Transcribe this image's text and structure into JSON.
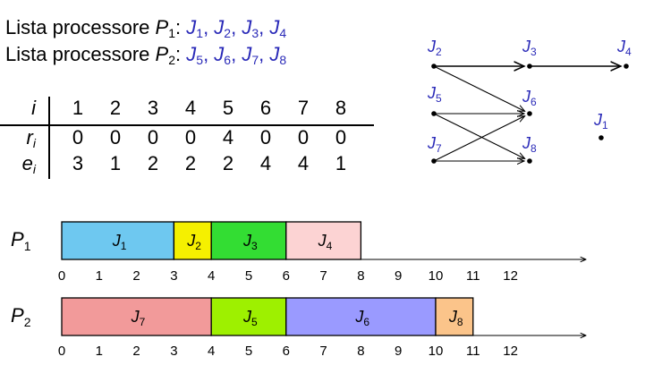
{
  "lists": [
    {
      "prefix": "Lista processore ",
      "proc": "P",
      "proc_sub": "1",
      "colon": ":",
      "jobs": [
        "J1",
        "J2",
        "J3",
        "J4"
      ]
    },
    {
      "prefix": "Lista processore ",
      "proc": "P",
      "proc_sub": "2",
      "colon": ":",
      "jobs": [
        "J5",
        "J6",
        "J7",
        "J8"
      ]
    }
  ],
  "table": {
    "header": {
      "label": "i",
      "values": [
        "1",
        "2",
        "3",
        "4",
        "5",
        "6",
        "7",
        "8"
      ]
    },
    "rows": [
      {
        "label": "r",
        "sub": "i",
        "values": [
          "0",
          "0",
          "0",
          "0",
          "4",
          "0",
          "0",
          "0"
        ]
      },
      {
        "label": "e",
        "sub": "i",
        "values": [
          "3",
          "1",
          "2",
          "2",
          "2",
          "4",
          "4",
          "1"
        ]
      }
    ]
  },
  "graph": {
    "nodes": [
      {
        "id": "J2",
        "base": "J",
        "sub": "2"
      },
      {
        "id": "J3",
        "base": "J",
        "sub": "3"
      },
      {
        "id": "J4",
        "base": "J",
        "sub": "4"
      },
      {
        "id": "J5",
        "base": "J",
        "sub": "5"
      },
      {
        "id": "J6",
        "base": "J",
        "sub": "6"
      },
      {
        "id": "J7",
        "base": "J",
        "sub": "7"
      },
      {
        "id": "J8",
        "base": "J",
        "sub": "8"
      },
      {
        "id": "J1",
        "base": "J",
        "sub": "1"
      }
    ],
    "edges": [
      [
        "J2",
        "J3"
      ],
      [
        "J3",
        "J4"
      ],
      [
        "J2",
        "J6"
      ],
      [
        "J5",
        "J6"
      ],
      [
        "J5",
        "J8"
      ],
      [
        "J7",
        "J6"
      ],
      [
        "J7",
        "J8"
      ]
    ]
  },
  "gantt": {
    "axis_ticks": [
      "0",
      "1",
      "2",
      "3",
      "4",
      "5",
      "6",
      "7",
      "8",
      "9",
      "10",
      "11",
      "12"
    ],
    "processors": [
      {
        "label": "P",
        "sub": "1",
        "tasks": [
          {
            "base": "J",
            "sub": "1",
            "start": 0,
            "end": 3,
            "color": "#6ec8f0"
          },
          {
            "base": "J",
            "sub": "2",
            "start": 3,
            "end": 4,
            "color": "#f5f000"
          },
          {
            "base": "J",
            "sub": "3",
            "start": 4,
            "end": 6,
            "color": "#33dd33"
          },
          {
            "base": "J",
            "sub": "4",
            "start": 6,
            "end": 8,
            "color": "#fcd3d3"
          }
        ]
      },
      {
        "label": "P",
        "sub": "2",
        "tasks": [
          {
            "base": "J",
            "sub": "7",
            "start": 0,
            "end": 4,
            "color": "#f29a9a"
          },
          {
            "base": "J",
            "sub": "5",
            "start": 4,
            "end": 6,
            "color": "#9ef000"
          },
          {
            "base": "J",
            "sub": "6",
            "start": 6,
            "end": 10,
            "color": "#9a9aff"
          },
          {
            "base": "J",
            "sub": "8",
            "start": 10,
            "end": 11,
            "color": "#fbc48a"
          }
        ]
      }
    ]
  },
  "colors": {
    "accent": "#2a2ab8"
  }
}
